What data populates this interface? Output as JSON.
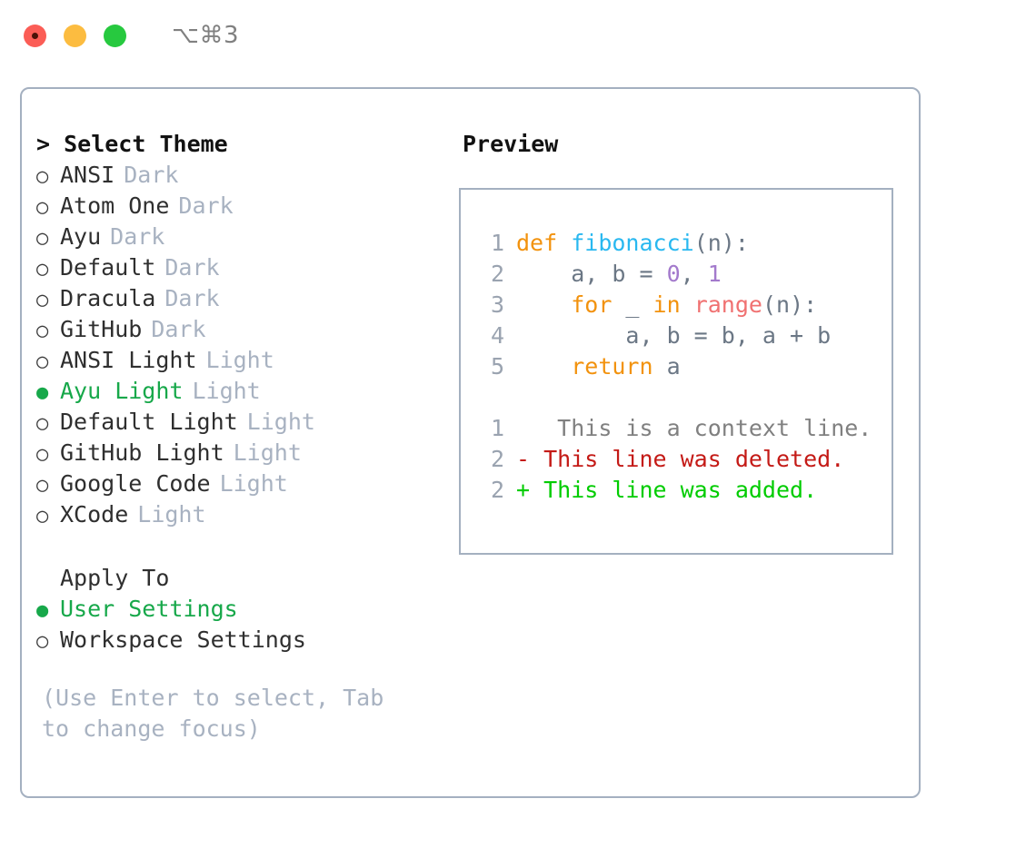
{
  "titlebar": {
    "shortcut": "⌥⌘3",
    "lights": [
      "close",
      "minimize",
      "maximize"
    ]
  },
  "theme_list": {
    "header": "> Select Theme",
    "marker_selected": "●",
    "marker_unselected": "○",
    "items": [
      {
        "marker": "○",
        "name": "ANSI",
        "tag": "Dark",
        "selected": false
      },
      {
        "marker": "○",
        "name": "Atom One",
        "tag": "Dark",
        "selected": false
      },
      {
        "marker": "○",
        "name": "Ayu",
        "tag": "Dark",
        "selected": false
      },
      {
        "marker": "○",
        "name": "Default",
        "tag": "Dark",
        "selected": false
      },
      {
        "marker": "○",
        "name": "Dracula",
        "tag": "Dark",
        "selected": false
      },
      {
        "marker": "○",
        "name": "GitHub",
        "tag": "Dark",
        "selected": false
      },
      {
        "marker": "○",
        "name": "ANSI Light",
        "tag": "Light",
        "selected": false
      },
      {
        "marker": "●",
        "name": "Ayu Light",
        "tag": "Light",
        "selected": true
      },
      {
        "marker": "○",
        "name": "Default Light",
        "tag": "Light",
        "selected": false
      },
      {
        "marker": "○",
        "name": "GitHub Light",
        "tag": "Light",
        "selected": false
      },
      {
        "marker": "○",
        "name": "Google Code",
        "tag": "Light",
        "selected": false
      },
      {
        "marker": "○",
        "name": "XCode",
        "tag": "Light",
        "selected": false
      }
    ]
  },
  "apply_to": {
    "header": "Apply To",
    "items": [
      {
        "marker": "●",
        "label": "User Settings",
        "selected": true
      },
      {
        "marker": "○",
        "label": "Workspace Settings",
        "selected": false
      }
    ]
  },
  "hint": "(Use Enter to select, Tab to change focus)",
  "preview": {
    "title": "Preview",
    "code_lines": [
      {
        "number": "1",
        "tokens": [
          {
            "text": "def ",
            "type": "keyword"
          },
          {
            "text": "fibonacci",
            "type": "function"
          },
          {
            "text": "(n):",
            "type": "plain"
          }
        ]
      },
      {
        "number": "2",
        "tokens": [
          {
            "text": "    a, b = ",
            "type": "plain"
          },
          {
            "text": "0",
            "type": "number"
          },
          {
            "text": ", ",
            "type": "plain"
          },
          {
            "text": "1",
            "type": "number"
          }
        ]
      },
      {
        "number": "3",
        "tokens": [
          {
            "text": "    ",
            "type": "plain"
          },
          {
            "text": "for",
            "type": "keyword"
          },
          {
            "text": " _ ",
            "type": "plain"
          },
          {
            "text": "in",
            "type": "keyword"
          },
          {
            "text": " ",
            "type": "plain"
          },
          {
            "text": "range",
            "type": "builtin"
          },
          {
            "text": "(n):",
            "type": "plain"
          }
        ]
      },
      {
        "number": "4",
        "tokens": [
          {
            "text": "        a, b = b, a + b",
            "type": "plain"
          }
        ]
      },
      {
        "number": "5",
        "tokens": [
          {
            "text": "    ",
            "type": "plain"
          },
          {
            "text": "return",
            "type": "keyword"
          },
          {
            "text": " a",
            "type": "plain"
          }
        ]
      }
    ],
    "diff_lines": [
      {
        "number": "1",
        "sign": " ",
        "text": "  This is a context line.",
        "type": "context"
      },
      {
        "number": "2",
        "sign": "-",
        "text": " This line was deleted.",
        "type": "deleted"
      },
      {
        "number": "2",
        "sign": "+",
        "text": " This line was added.",
        "type": "added"
      }
    ]
  },
  "colors": {
    "keyword": "#f2920d",
    "function": "#29b8f0",
    "number": "#a37acc",
    "builtin": "#f07171",
    "plain": "#6b7785",
    "context": "#808080",
    "deleted": "#c41a16",
    "added": "#00cc00",
    "selected": "#17a84a",
    "tag": "#a8b2c1",
    "border": "#a4b0c0"
  }
}
